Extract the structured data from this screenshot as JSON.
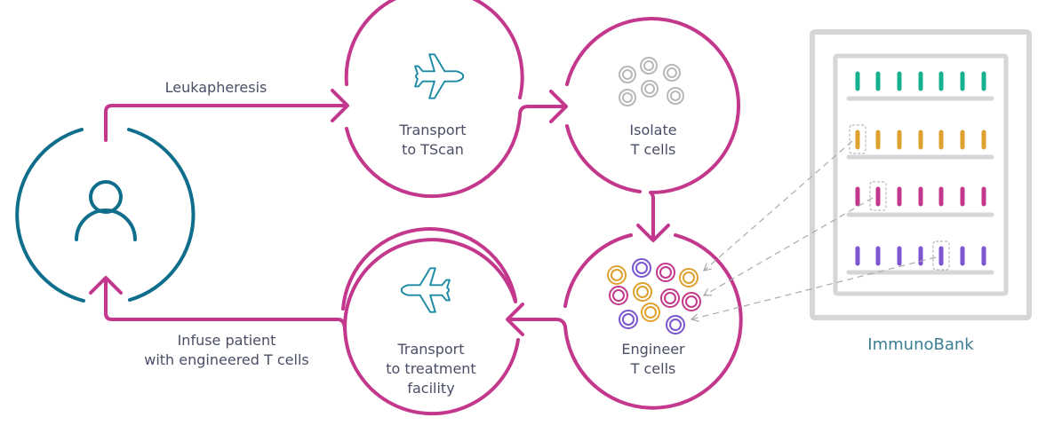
{
  "colors": {
    "flow": "#c3388c",
    "patient": "#0f6e8c",
    "plane": "#1b8aa3",
    "isolate_cells": "#b8b8b8",
    "text": "#4a4e66",
    "bank_frame": "#d6d6d6",
    "bank_label": "#3b7f93",
    "connector": "#aaaaaa",
    "rows": [
      "#16b08f",
      "#dea12e",
      "#c3388c",
      "#7c55cf"
    ]
  },
  "patient": {
    "icon": "person-icon"
  },
  "arrows": {
    "leukapheresis": "Leukapheresis",
    "infuse_line1": "Infuse patient",
    "infuse_line2": "with engineered T cells"
  },
  "steps": [
    {
      "id": "transport-tscan",
      "icon": "airplane-icon",
      "line1": "Transport",
      "line2": "to TScan",
      "line3": ""
    },
    {
      "id": "isolate",
      "icon": "cells-icon",
      "line1": "Isolate",
      "line2": "T cells",
      "line3": ""
    },
    {
      "id": "engineer",
      "icon": "engineered-cells-icon",
      "line1": "Engineer",
      "line2": "T cells",
      "line3": ""
    },
    {
      "id": "transport-facility",
      "icon": "airplane-icon",
      "line1": "Transport",
      "line2": "to treatment",
      "line3": "facility"
    }
  ],
  "immunobank": {
    "label": "ImmunoBank",
    "rows": 4,
    "vials_per_row": 7,
    "highlighted": [
      null,
      0,
      1,
      4
    ]
  }
}
